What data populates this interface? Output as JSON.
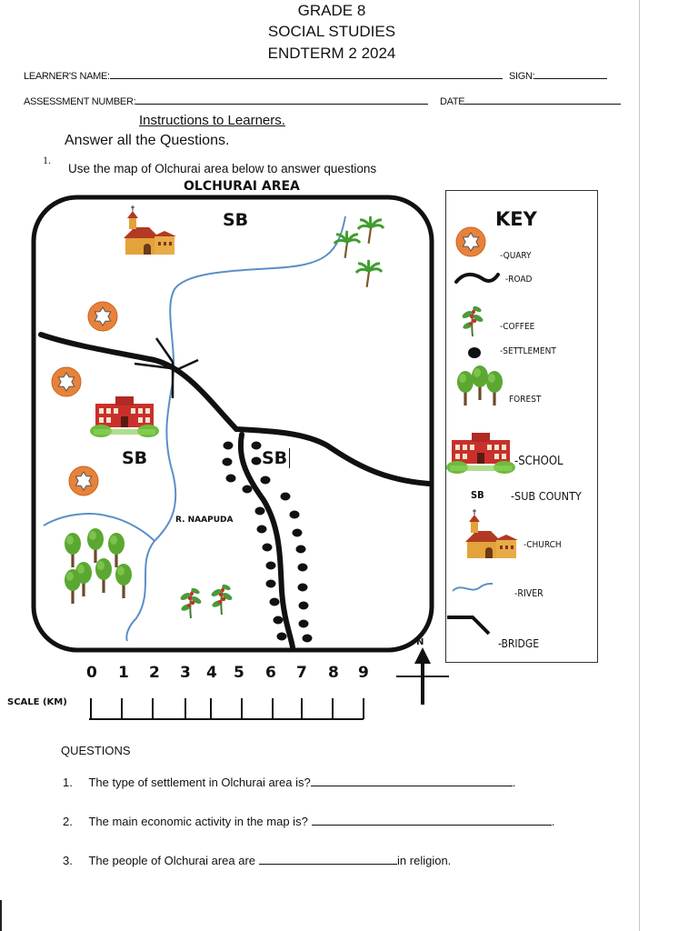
{
  "header": {
    "grade": "GRADE 8",
    "subject": "SOCIAL STUDIES",
    "exam": "ENDTERM 2 2024"
  },
  "fields": {
    "learner_name": "LEARNER'S NAME:",
    "sign": "SIGN:",
    "assessment_number": "ASSESSMENT NUMBER:",
    "date": "DATE"
  },
  "instructions": {
    "title": "Instructions to Learners.",
    "text": "Answer all the Questions."
  },
  "q1": {
    "number": "1.",
    "text": "Use the map of Olchurai area below to answer questions"
  },
  "map": {
    "title": "OLCHURAI AREA",
    "labels": {
      "sb_top": "SB",
      "sb_left": "SB",
      "sb_mid": "SB",
      "river": "R. NAAPUDA",
      "north": "N"
    }
  },
  "key": {
    "title": "KEY",
    "items": [
      {
        "label": "-QUARY",
        "icon": "quarry-icon"
      },
      {
        "label": "-ROAD",
        "icon": "road-icon"
      },
      {
        "label": "-COFFEE",
        "icon": "coffee-icon"
      },
      {
        "label": "-SETTLEMENT",
        "icon": "settlement-icon"
      },
      {
        "label": "FOREST",
        "icon": "forest-icon"
      },
      {
        "label": "-SCHOOL",
        "icon": "school-icon"
      },
      {
        "label": "-SUB COUNTY",
        "abbr": "SB"
      },
      {
        "label": "-CHURCH",
        "icon": "church-icon"
      },
      {
        "label": "-RIVER",
        "icon": "river-icon"
      },
      {
        "label": "-BRIDGE",
        "icon": "bridge-icon"
      }
    ]
  },
  "scale": {
    "label": "SCALE (KM)",
    "numbers": [
      "0",
      "1",
      "2",
      "3",
      "4",
      "5",
      "6",
      "7",
      "8",
      "9"
    ]
  },
  "questions": {
    "heading": "QUESTIONS",
    "items": [
      {
        "number": "1.",
        "text": "The type of settlement in Olchurai area is?",
        "suffix": "."
      },
      {
        "number": "2.",
        "text": "The main economic activity in the map is?",
        "suffix": "."
      },
      {
        "number": "3.",
        "text": "The people of Olchurai area are",
        "suffix": "in religion."
      }
    ]
  },
  "colors": {
    "river": "#5b8fc9",
    "quarry": "#e8823a",
    "tree_green": "#5aa832",
    "school_red": "#c9302c",
    "church_orange": "#e3a23a"
  }
}
